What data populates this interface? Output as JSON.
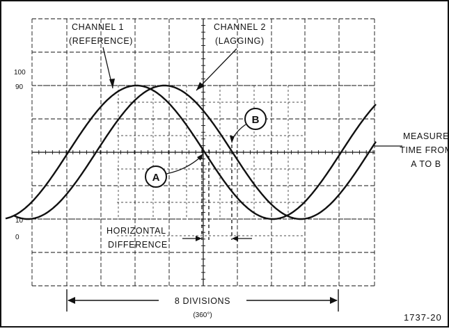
{
  "labels": {
    "channel1_line1": "CHANNEL 1",
    "channel1_line2": "(REFERENCE)",
    "channel2_line1": "CHANNEL 2",
    "channel2_line2": "(LAGGING)",
    "marker_a": "A",
    "marker_b": "B",
    "measure_line1": "MEASURE",
    "measure_line2": "TIME FROM",
    "measure_line3": "A TO B",
    "horizontal_line1": "HORIZONTAL",
    "horizontal_line2": "DIFFERENCE",
    "divisions_line1": "8 DIVISIONS",
    "divisions_line2": "(360°)",
    "figure_id": "1737-20"
  },
  "scale_labels": [
    "100",
    "90",
    "10",
    "0"
  ],
  "colors": {
    "ink": "#111111",
    "grid": "#111111",
    "background": "#ffffff"
  }
}
